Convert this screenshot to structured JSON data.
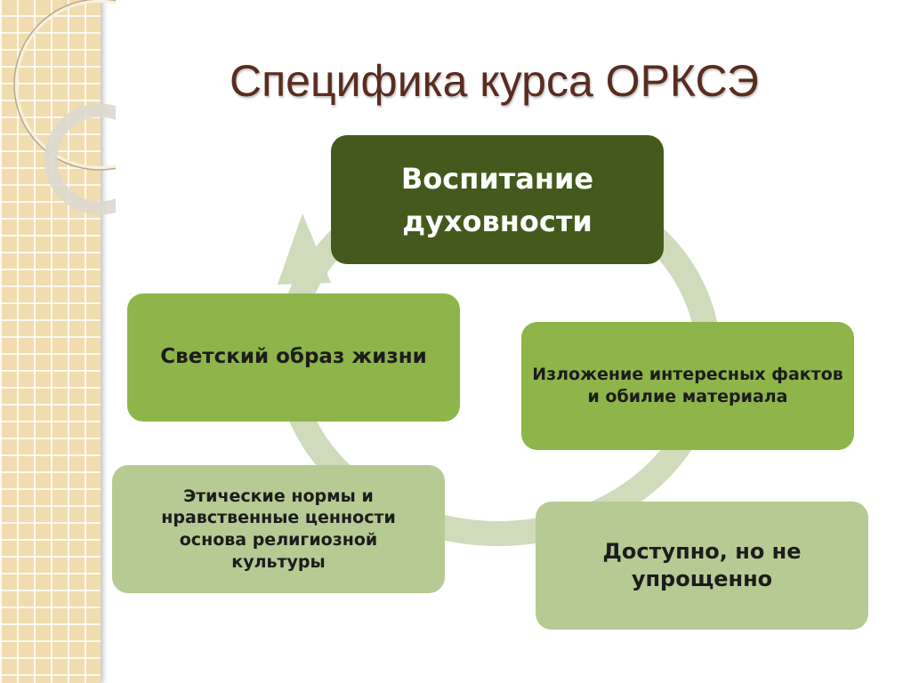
{
  "title": "Специфика курса ОРКСЭ",
  "nodes": [
    {
      "text": "Воспитание духовности"
    },
    {
      "text": "Изложение интересных фактов и обилие материала"
    },
    {
      "text": "Доступно, но не упрощенно"
    },
    {
      "text": "Этические нормы и нравственные ценности основа  религиозной культуры"
    },
    {
      "text": "Светский образ жизни"
    }
  ],
  "colors": {
    "title": "#5a2c20",
    "dark": "#435a1c",
    "mid": "#8db54a",
    "light": "#b6ca94",
    "ring": "#cfdbbb"
  }
}
